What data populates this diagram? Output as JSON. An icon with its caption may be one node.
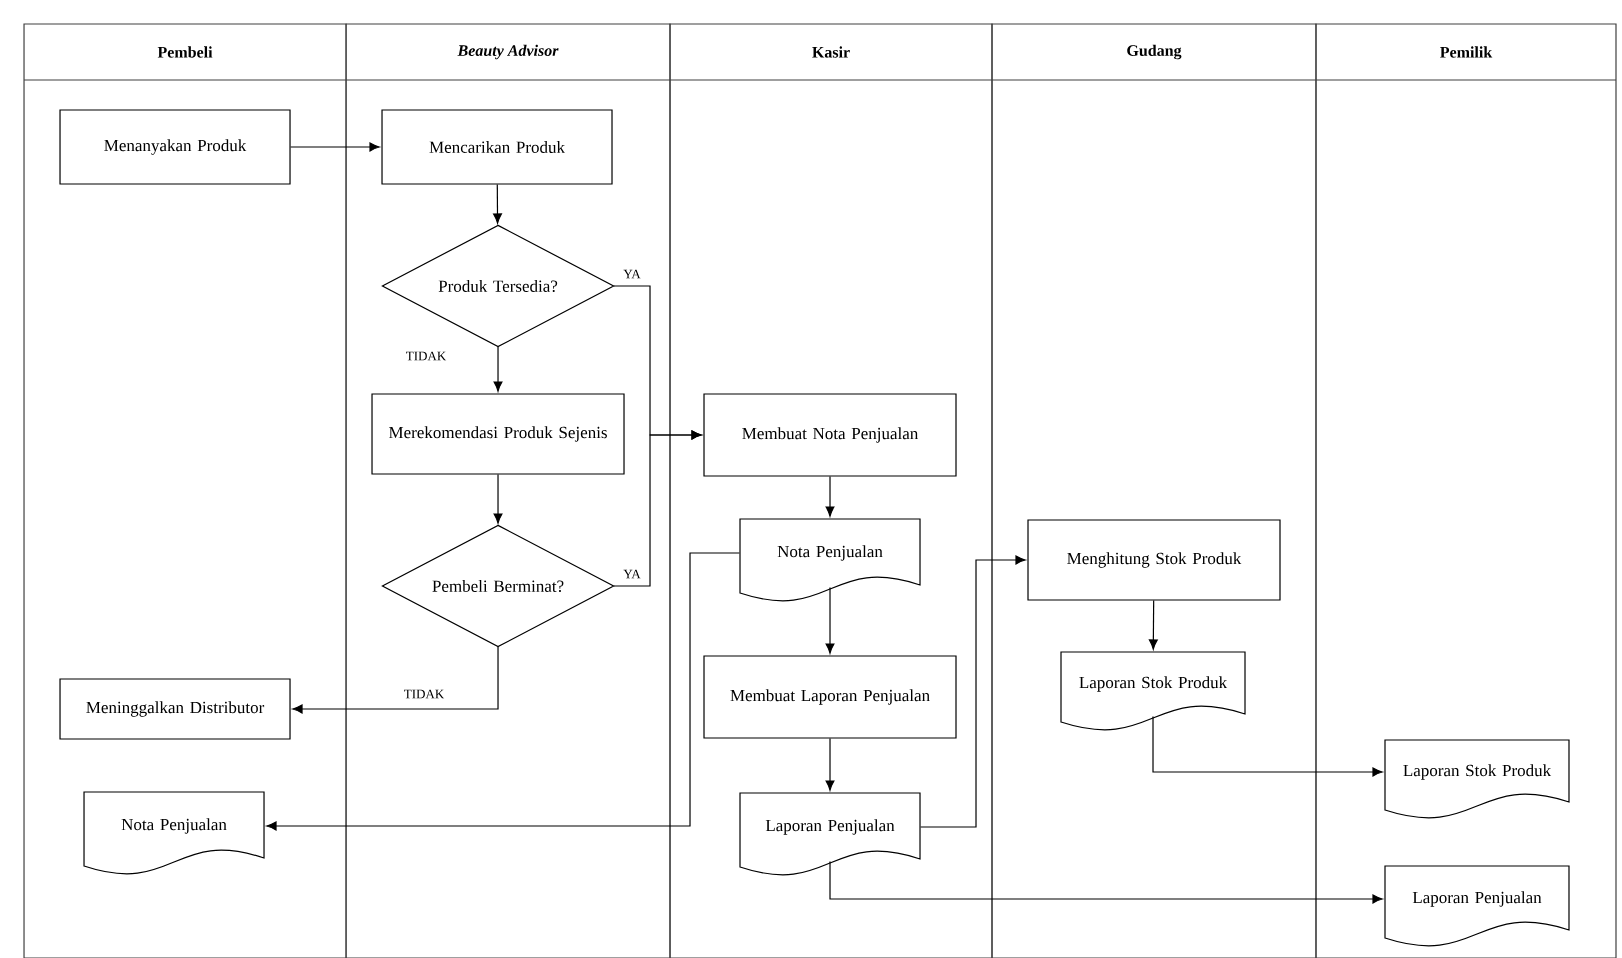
{
  "diagram": {
    "nodes": [
      {
        "text": [
          "Pembeli"
        ]
      },
      {
        "text": [
          "Beauty Advisor"
        ]
      },
      {
        "text": [
          "Kasir"
        ]
      },
      {
        "text": [
          "Gudang"
        ]
      },
      {
        "text": [
          "Pemilik"
        ]
      },
      {
        "text": [
          "Menanyakan Produk"
        ],
        "in": 0
      },
      {
        "text": [
          "Mencarikan Produk"
        ],
        "in": 1
      },
      {
        "text": [
          "Produk Tersedia?"
        ],
        "in": 1
      },
      {
        "text": [
          "Merekomendasi Produk Sejenis"
        ],
        "in": 1
      },
      {
        "text": [
          "Pembeli Berminat?"
        ],
        "in": 1
      },
      {
        "text": [
          "Meninggalkan Distributor"
        ],
        "in": 0
      },
      {
        "text": [
          "Nota Penjualan"
        ],
        "in": 0
      },
      {
        "text": [
          "Membuat Nota Penjualan"
        ],
        "in": 2
      },
      {
        "text": [
          "Nota Penjualan"
        ],
        "in": 2
      },
      {
        "text": [
          "Membuat Laporan Penjualan"
        ],
        "in": 2
      },
      {
        "text": [
          "Laporan Penjualan"
        ],
        "in": 2
      },
      {
        "text": [
          "Menghitung Stok Produk"
        ],
        "in": 3
      },
      {
        "text": [
          "Laporan Stok Produk"
        ],
        "in": 3
      },
      {
        "text": [
          "Laporan Stok Produk"
        ],
        "in": 4
      },
      {
        "text": [
          "Laporan Penjualan"
        ],
        "in": 4
      }
    ],
    "edges": [
      {
        "from": 5,
        "to": 6,
        "arrow": "to"
      },
      {
        "from": 6,
        "to": 7,
        "arrow": "to"
      },
      {
        "from": 7,
        "to": 8,
        "arrow": "to",
        "label": "TIDAK"
      },
      {
        "from": 7,
        "to": 12,
        "arrow": "to",
        "label": "YA"
      },
      {
        "from": 8,
        "to": 9,
        "arrow": "to"
      },
      {
        "from": 9,
        "to": 12,
        "arrow": "to",
        "label": "YA"
      },
      {
        "from": 9,
        "to": 10,
        "arrow": "to",
        "label": "TIDAK"
      },
      {
        "from": 12,
        "to": 13,
        "arrow": "to"
      },
      {
        "from": 13,
        "to": 11,
        "arrow": "to"
      },
      {
        "from": 13,
        "to": 14,
        "arrow": "to"
      },
      {
        "from": 14,
        "to": 15,
        "arrow": "to"
      },
      {
        "from": 15,
        "to": 16,
        "arrow": "to"
      },
      {
        "from": 16,
        "to": 17,
        "arrow": "to"
      },
      {
        "from": 17,
        "to": 18,
        "arrow": "to"
      },
      {
        "from": 15,
        "to": 19,
        "arrow": "to"
      }
    ]
  }
}
